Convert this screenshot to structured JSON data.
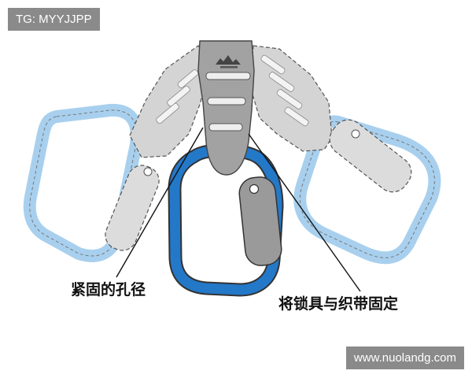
{
  "watermarks": {
    "top_left": "TG: MYYJJPP",
    "bottom_right": "www.nuolandg.com"
  },
  "labels": {
    "bore": "紧固的孔径",
    "lock_to_webbing": "将锁具与织带固定"
  },
  "colors": {
    "carabiner_main": "#2478c8",
    "carabiner_light": "#a8d0ee",
    "gate_gray": "#9a9a9a",
    "sling_gray": "#d4d4d4",
    "webbing_gray": "#a2a2a2",
    "outline": "#444444"
  }
}
